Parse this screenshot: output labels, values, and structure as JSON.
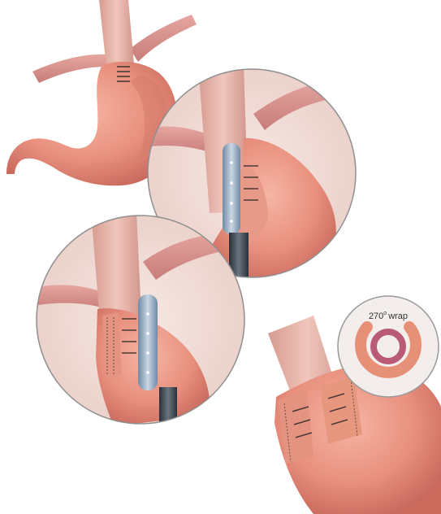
{
  "inset": {
    "label_number": "270",
    "label_degree": "o",
    "label_word": "wrap"
  },
  "colors": {
    "background": "#ffffff",
    "stomach": "#e9907e",
    "stomach_shadow": "#c96a5d",
    "esophagus": "#e5b3a8",
    "diaphragm": "#d98a86",
    "circle_bg": "#f1ddd8",
    "circle_border": "#8f8f8f",
    "bougie": "#8fa6bd",
    "bougie_dark": "#3c4650",
    "wrap_outer": "#e79078",
    "wrap_ring": "#b85a78",
    "sutures": "#4a3a36"
  },
  "icons": [
    "stomach-illustration",
    "magnified-circle",
    "bougie-dilator",
    "suture-marks",
    "wrap-cross-section"
  ]
}
